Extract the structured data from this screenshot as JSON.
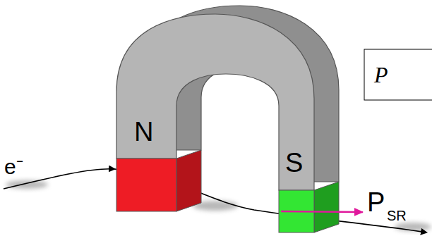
{
  "diagram": {
    "labels": [
      "N",
      "S",
      "e⁻",
      "P",
      "SR",
      "P"
    ]
  }
}
